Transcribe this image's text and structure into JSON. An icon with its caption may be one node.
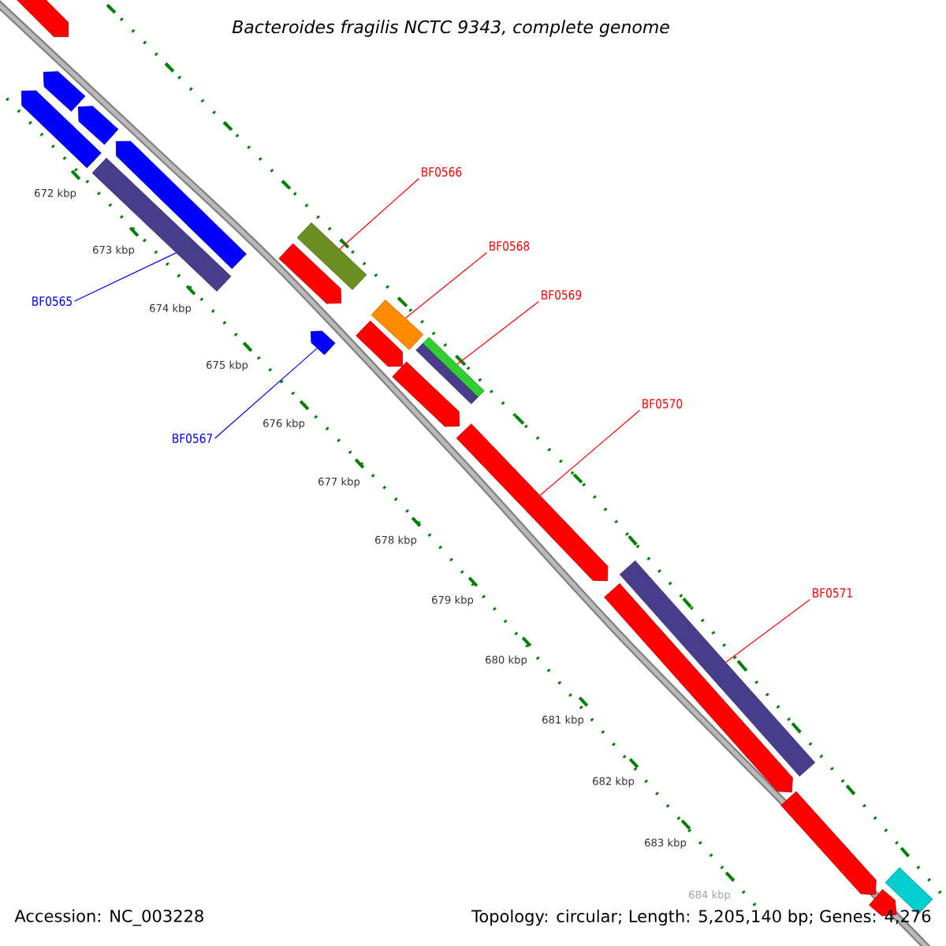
{
  "diagram": {
    "title": "Bacteroides fragilis NCTC 9343, complete genome",
    "nodes": [
      {
        "text": [
          "BF0565"
        ]
      },
      {
        "text": [
          "BF0566"
        ]
      },
      {
        "text": [
          "BF0567"
        ]
      },
      {
        "text": [
          "BF0568"
        ]
      },
      {
        "text": [
          "BF0569"
        ]
      },
      {
        "text": [
          "BF0570"
        ]
      },
      {
        "text": [
          "BF0571"
        ]
      },
      {
        "text": [],
        "shape": "bar"
      },
      {
        "text": [],
        "shape": "bar"
      },
      {
        "text": [],
        "shape": "pentagon"
      },
      {
        "text": [],
        "shape": "bar"
      },
      {
        "text": [],
        "shape": "bar"
      },
      {
        "text": [],
        "shape": "pentagon"
      },
      {
        "text": [],
        "shape": "bar"
      },
      {
        "text": [],
        "shape": "pentagon"
      },
      {
        "text": [],
        "shape": "pentagon"
      },
      {
        "text": [],
        "shape": "pentagon"
      },
      {
        "text": [],
        "shape": "pentagon"
      },
      {
        "text": [],
        "shape": "pentagon"
      },
      {
        "text": [],
        "shape": "pentagon"
      },
      {
        "text": [],
        "shape": "pentagon"
      },
      {
        "text": [],
        "shape": "bar"
      },
      {
        "text": [],
        "shape": "pentagon"
      },
      {
        "text": [],
        "shape": "pentagon"
      },
      {
        "text": [],
        "shape": "pentagon"
      },
      {
        "text": [],
        "shape": "pentagon"
      },
      {
        "text": [],
        "shape": "bar"
      }
    ],
    "edges": [
      {
        "from": 0,
        "to": 7,
        "arrow": "none",
        "color": "#0000ff"
      },
      {
        "from": 1,
        "to": 8,
        "arrow": "none"
      },
      {
        "from": 2,
        "to": 9,
        "arrow": "none",
        "color": "#0000ff"
      },
      {
        "from": 3,
        "to": 10,
        "arrow": "none"
      },
      {
        "from": 4,
        "to": 11,
        "arrow": "none"
      },
      {
        "from": 5,
        "to": 12,
        "arrow": "none"
      },
      {
        "from": 6,
        "to": 13,
        "arrow": "none"
      }
    ],
    "labels": [
      "672 kbp",
      "673 kbp",
      "674 kbp",
      "675 kbp",
      "676 kbp",
      "677 kbp",
      "678 kbp",
      "679 kbp",
      "680 kbp",
      "681 kbp",
      "682 kbp",
      "683 kbp",
      "684 kbp",
      "Accession: NC_003228",
      "Topology: circular; Length: 5,205,140 bp; Genes: 4,276"
    ]
  }
}
